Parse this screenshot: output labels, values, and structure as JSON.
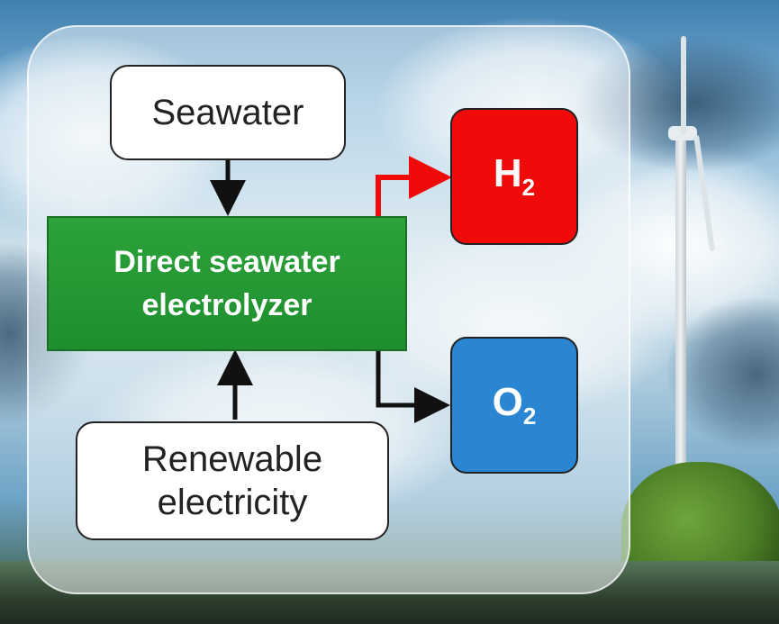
{
  "nodes": {
    "seawater": "Seawater",
    "electrolyzer_line1": "Direct seawater",
    "electrolyzer_line2": "electrolyzer",
    "renewable_line1": "Renewable",
    "renewable_line2": "electricity",
    "h2_symbol": "H",
    "h2_subscript": "2",
    "o2_symbol": "O",
    "o2_subscript": "2"
  },
  "colors": {
    "electrolyzer": "#1f8e2e",
    "h2": "#f00a0a",
    "o2": "#2a86d3",
    "h2_arrow": "#f00a0a",
    "o2_arrow": "#111111"
  }
}
